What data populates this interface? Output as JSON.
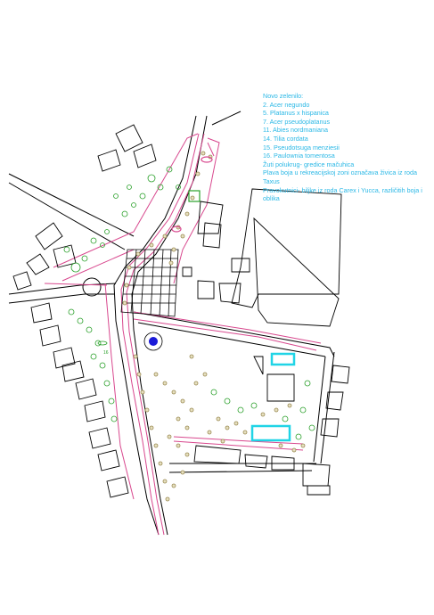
{
  "legend": {
    "title": "Novo zelenilo:",
    "species": [
      "2.  Acer negundo",
      "5.  Platanus x hispanica",
      "7.  Acer pseudoplatanus",
      "11. Abies nordmaniana",
      "14. Tilia cordata",
      "15. Pseudotsuga menziesii",
      "16. Paulownia tomentosa"
    ],
    "notes": [
      "Žuti polukrug- gredice mačuhica",
      "Plava boja u rekreacijskoj zoni označava živica iz roda Taxus",
      "Pravokutnici- biljke iz roda Carex i Yucca, različitih boja i oblika"
    ]
  },
  "tree_label": "16",
  "colors": {
    "legend_text": "#2bb8e6",
    "road_edge": "#d8488e",
    "outline": "#000000",
    "existing_trees": "#2aa02a",
    "new_trees": "#9a8a52",
    "hedge": "#20d4e6",
    "fountain": "#1a1ad8"
  }
}
